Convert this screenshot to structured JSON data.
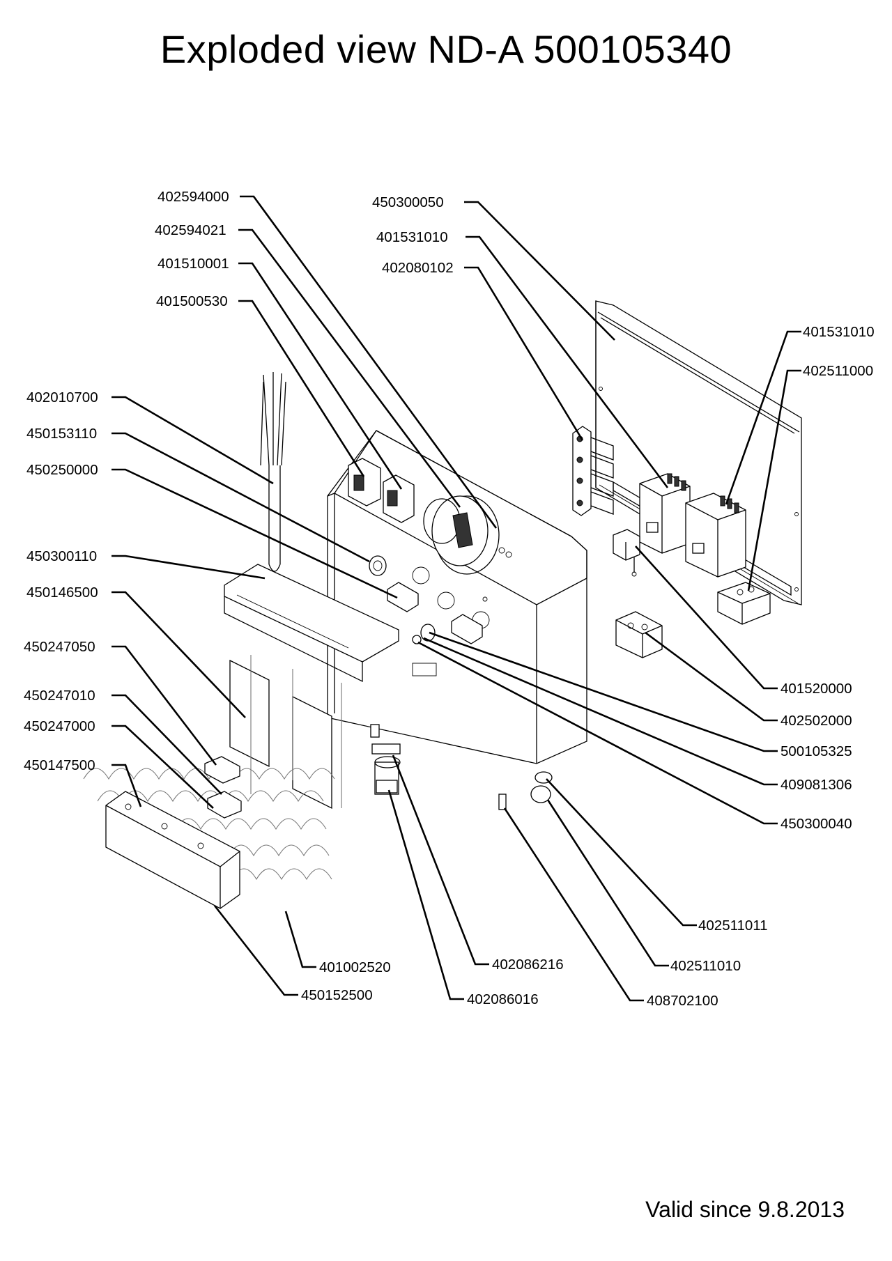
{
  "title": "Exploded view ND-A 500105340",
  "footer": "Valid since 9.8.2013",
  "part_numbers": [
    {
      "id": "p01",
      "label": "402594000"
    },
    {
      "id": "p02",
      "label": "402594021"
    },
    {
      "id": "p03",
      "label": "401510001"
    },
    {
      "id": "p04",
      "label": "401500530"
    },
    {
      "id": "p05",
      "label": "450300050"
    },
    {
      "id": "p06",
      "label": "401531010"
    },
    {
      "id": "p07",
      "label": "402080102"
    },
    {
      "id": "p08",
      "label": "401531010"
    },
    {
      "id": "p09",
      "label": "402511000"
    },
    {
      "id": "p10",
      "label": "402010700"
    },
    {
      "id": "p11",
      "label": "450153110"
    },
    {
      "id": "p12",
      "label": "450250000"
    },
    {
      "id": "p13",
      "label": "450300110"
    },
    {
      "id": "p14",
      "label": "450146500"
    },
    {
      "id": "p15",
      "label": "450247050"
    },
    {
      "id": "p16",
      "label": "450247010"
    },
    {
      "id": "p17",
      "label": "450247000"
    },
    {
      "id": "p18",
      "label": "450147500"
    },
    {
      "id": "p19",
      "label": "401520000"
    },
    {
      "id": "p20",
      "label": "402502000"
    },
    {
      "id": "p21",
      "label": "500105325"
    },
    {
      "id": "p22",
      "label": "409081306"
    },
    {
      "id": "p23",
      "label": "450300040"
    },
    {
      "id": "p24",
      "label": "402511011"
    },
    {
      "id": "p25",
      "label": "402511010"
    },
    {
      "id": "p26",
      "label": "408702100"
    },
    {
      "id": "p27",
      "label": "402086216"
    },
    {
      "id": "p28",
      "label": "402086016"
    },
    {
      "id": "p29",
      "label": "401002520"
    },
    {
      "id": "p30",
      "label": "450152500"
    }
  ]
}
